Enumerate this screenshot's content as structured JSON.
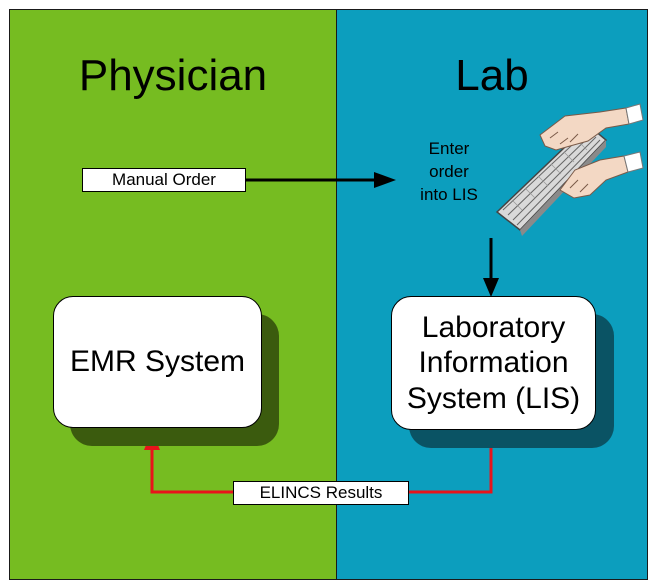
{
  "colors": {
    "physician_lane": "#76bc21",
    "lab_lane": "#0c9ebe",
    "results_arrow": "#e8141b",
    "order_arrow": "#000000"
  },
  "lanes": {
    "physician": {
      "title": "Physician"
    },
    "lab": {
      "title": "Lab"
    }
  },
  "labels": {
    "manual_order": "Manual Order",
    "enter_order": [
      "Enter",
      "order",
      "into LIS"
    ],
    "elincs_results": "ELINCS Results"
  },
  "systems": {
    "emr": {
      "label": "EMR System"
    },
    "lis": {
      "label": [
        "Laboratory",
        "Information",
        "System (LIS)"
      ]
    }
  },
  "icons": {
    "keyboard": "keyboard-with-hands-icon"
  }
}
